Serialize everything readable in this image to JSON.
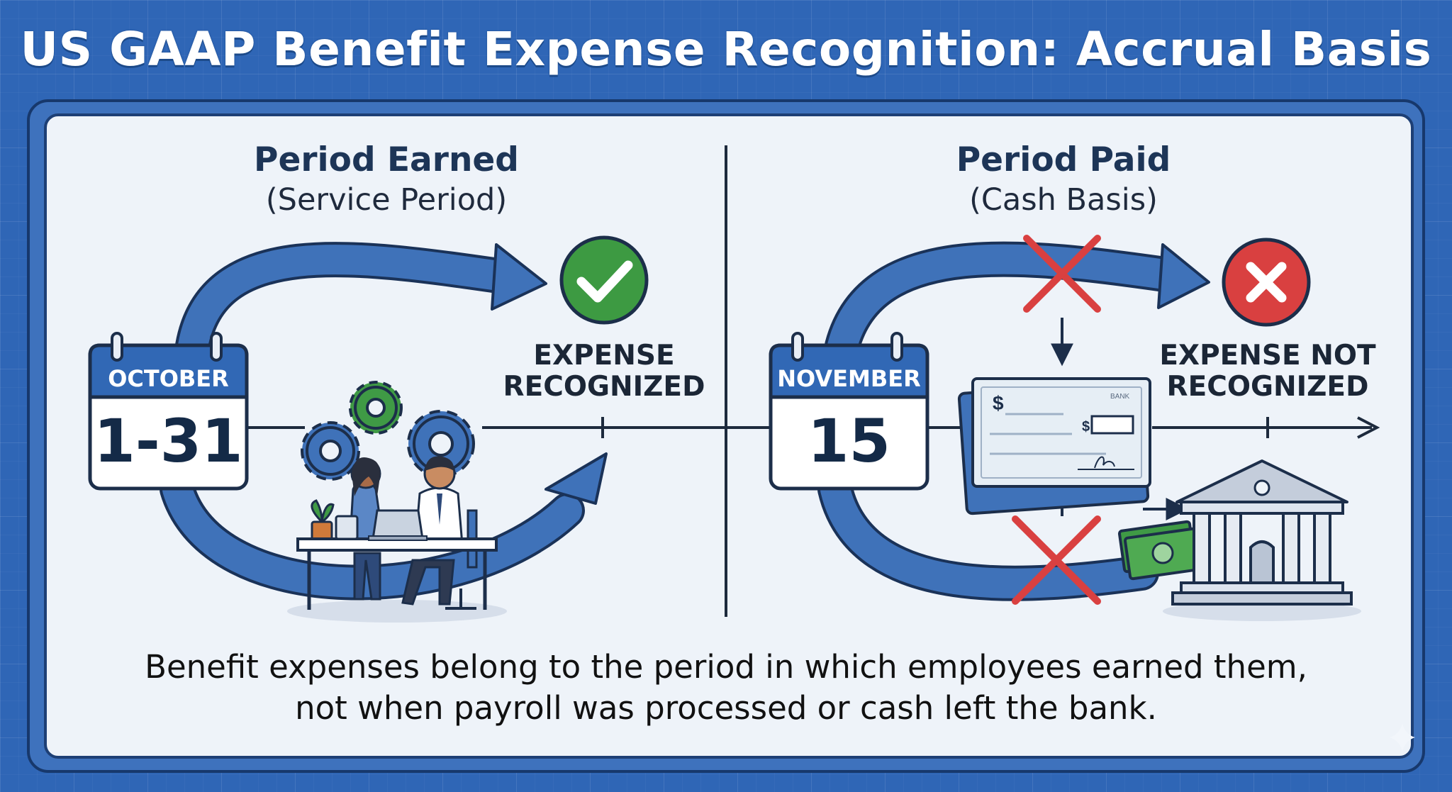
{
  "title": "US GAAP Benefit Expense Recognition: Accrual Basis",
  "left": {
    "heading": "Period Earned",
    "subheading": "(Service Period)",
    "calendar_month": "OCTOBER",
    "calendar_day": "1-31",
    "status_line1": "EXPENSE",
    "status_line2": "RECOGNIZED",
    "status_icon": "check-icon"
  },
  "right": {
    "heading": "Period Paid",
    "subheading": "(Cash Basis)",
    "calendar_month": "NOVEMBER",
    "calendar_day": "15",
    "status_line1": "EXPENSE NOT",
    "status_line2": "RECOGNIZED",
    "status_icon": "x-icon",
    "check_dollar_sign": "$",
    "check_amount_sign": "$",
    "check_bank_label": "BANK"
  },
  "caption": {
    "line1": "Benefit expenses belong to the period in which employees earned them,",
    "line2": "not when payroll was processed or cash left the bank."
  },
  "colors": {
    "background": "#2f66b6",
    "panel": "#eef3f9",
    "arrow": "#3f72b9",
    "check_green": "#3d9a42",
    "x_red": "#d94040"
  }
}
